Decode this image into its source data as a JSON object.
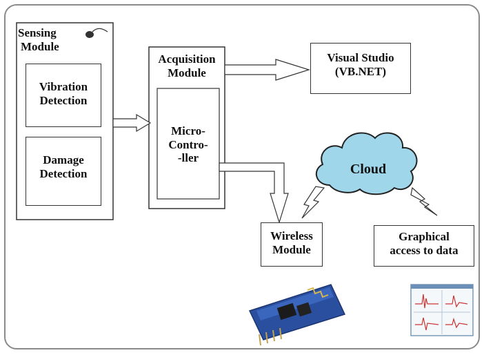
{
  "sensing_module": {
    "title_line1": "Sensing",
    "title_line2": "Module"
  },
  "vibration": {
    "line1": "Vibration",
    "line2": "Detection"
  },
  "damage": {
    "line1": "Damage",
    "line2": "Detection"
  },
  "acquisition": {
    "line1": "Acquisition",
    "line2": "Module"
  },
  "micro": {
    "line1": "Micro-",
    "line2": "Contro-",
    "line3": "-ller"
  },
  "visual_studio": {
    "line1": "Visual Studio",
    "line2": "(VB.NET)"
  },
  "cloud": {
    "label": "Cloud",
    "color": "#9fd6ea"
  },
  "wireless": {
    "line1": "Wireless",
    "line2": "Module"
  },
  "graphical": {
    "line1": "Graphical",
    "line2": "access to data"
  }
}
